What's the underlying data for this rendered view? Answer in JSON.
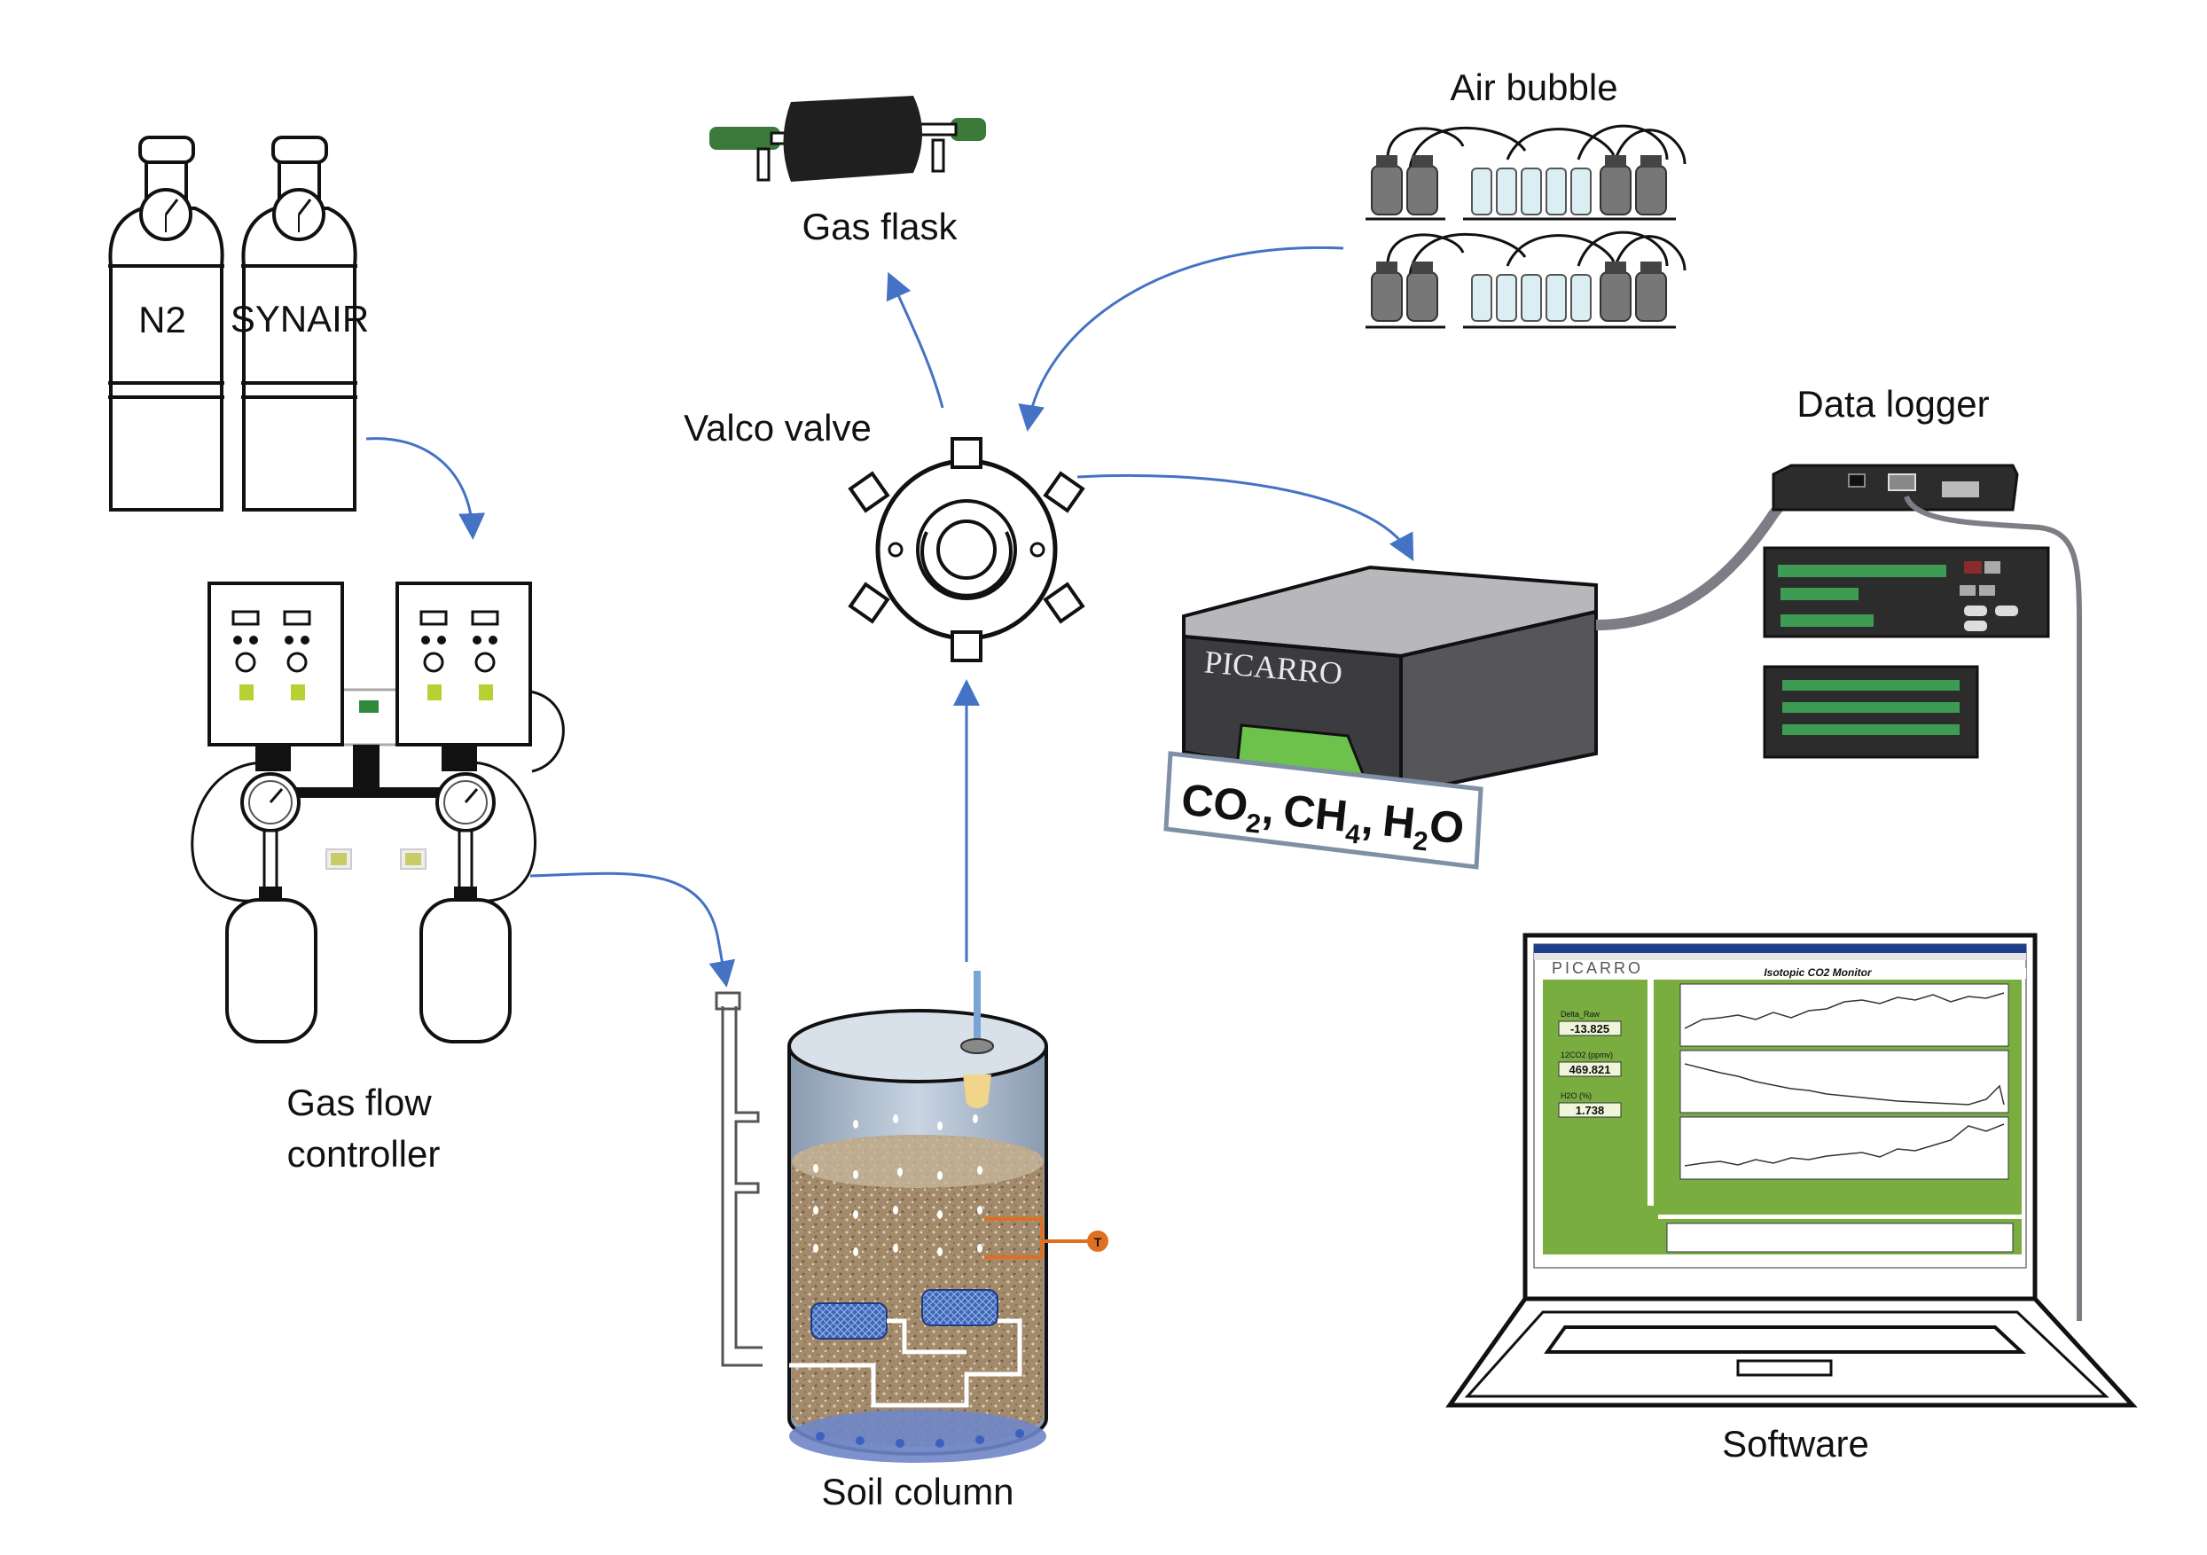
{
  "labels": {
    "cylinder_n2": "N2",
    "cylinder_synair": "SYNAIR",
    "gas_flow_controller_line1": "Gas flow",
    "gas_flow_controller_line2": "controller",
    "gas_flask": "Gas flask",
    "air_bubble": "Air bubble",
    "valco_valve": "Valco valve",
    "data_logger": "Data logger",
    "analyzer_brand": "PICARRO",
    "soil_column": "Soil column",
    "software": "Software"
  },
  "analyzer_gases": {
    "co2_main": "CO",
    "co2_sub": "2",
    "ch4_main": "CH",
    "ch4_sub": "4",
    "h2o_main": "H",
    "h2o_sub": "2",
    "h2o_end": "O",
    "sep": ","
  },
  "software_screen": {
    "window_title": "",
    "logo": "PICARRO",
    "chart_title": "Isotopic CO2 Monitor",
    "readouts": [
      {
        "label": "Delta_Raw",
        "value": "-13.825"
      },
      {
        "label": "12CO2 (ppmv)",
        "value": "469.821"
      },
      {
        "label": "H2O (%)",
        "value": "1.738"
      }
    ]
  },
  "thermocouple_symbol": "T",
  "colors": {
    "arrow_blue": "#4472c4",
    "picarro_green": "#6cc24a",
    "screen_green": "#7aad3f",
    "logger_green": "#3e9b54",
    "analyzer_top": "#b8b8bc",
    "analyzer_front": "#3c3c40",
    "soil": "#a89070",
    "column_glass": "#9aaabb",
    "thermo_orange": "#e07020"
  }
}
